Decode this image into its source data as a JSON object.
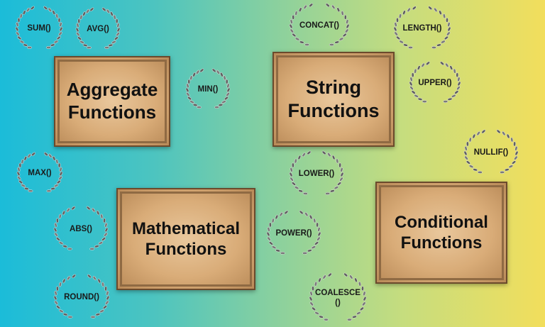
{
  "categories": {
    "aggregate": {
      "line1": "Aggregate",
      "line2": "Functions"
    },
    "string": {
      "line1": "String",
      "line2": "Functions"
    },
    "mathematical": {
      "line1": "Mathematical",
      "line2": "Functions"
    },
    "conditional": {
      "line1": "Conditional",
      "line2": "Functions"
    }
  },
  "functions": {
    "sum": "SUM()",
    "avg": "AVG()",
    "min": "MIN()",
    "max": "MAX()",
    "abs": "ABS()",
    "round": "ROUND()",
    "concat": "CONCAT()",
    "length": "LENGTH()",
    "upper": "UPPER()",
    "lower": "LOWER()",
    "power": "POWER()",
    "nullif": "NULLIF()",
    "coalesce_line1": "COALESCE",
    "coalesce_line2": "()"
  },
  "colors": {
    "gradient_left": "#1bbcd9",
    "gradient_right": "#f2de5c",
    "parchment": "#d9ac78",
    "parchment_border": "#6b4a2c",
    "wreath": "#7a7a7a",
    "text": "#111111"
  }
}
